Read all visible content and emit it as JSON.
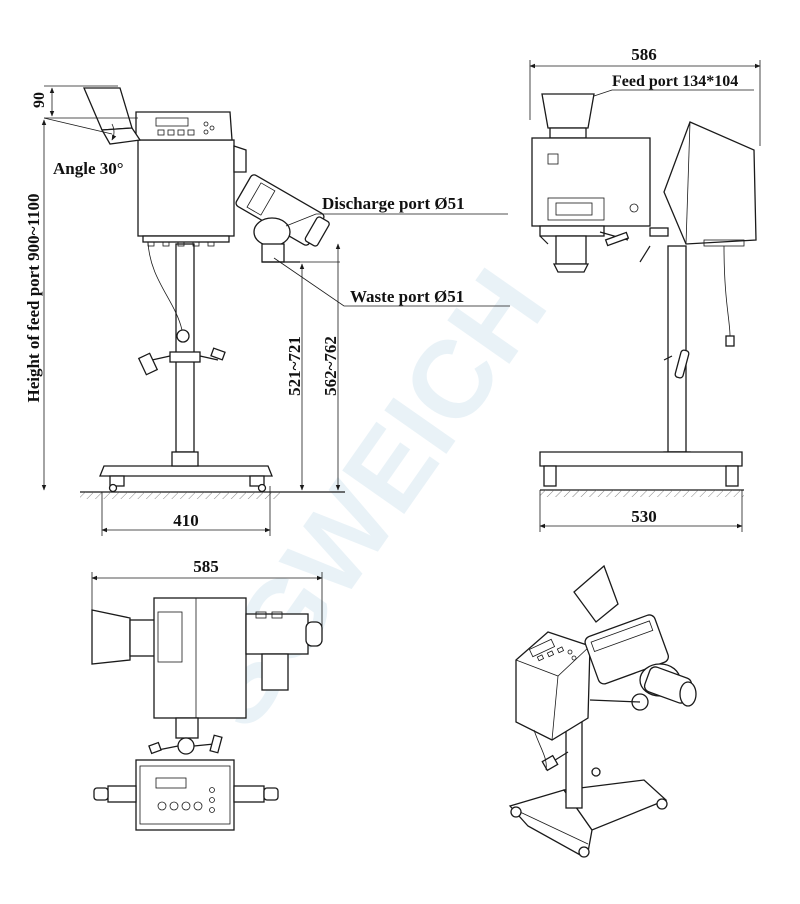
{
  "watermark": "SGWEICH",
  "front_view": {
    "dim_feed_height_label": "Height of feed port 900~1100",
    "dim_top_label": "90",
    "angle_label": "Angle 30°",
    "discharge_label": "Discharge port Ø51",
    "waste_label": "Waste port Ø51",
    "dim_a_label": "521~721",
    "dim_b_label": "562~762",
    "base_width_label": "410"
  },
  "side_view": {
    "width_label": "586",
    "feed_port_label": "Feed port 134*104",
    "base_width_label": "530"
  },
  "top_view": {
    "width_label": "585"
  }
}
